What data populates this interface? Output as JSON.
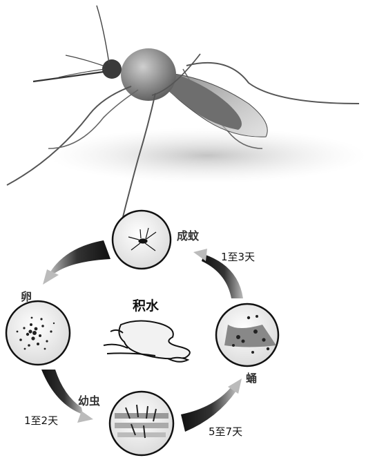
{
  "diagram": {
    "center_label": "积水",
    "stages": {
      "adult": "成蚊",
      "egg": "卵",
      "larva": "幼虫",
      "pupa": "蛹"
    },
    "durations": {
      "pupa_to_adult": "1至3天",
      "egg_to_larva": "1至2天",
      "larva_to_pupa": "5至7天"
    }
  },
  "icons": {
    "hero": "mosquito-illustration",
    "adult": "mosquito-adult-icon",
    "egg": "mosquito-eggs-icon",
    "larva": "mosquito-larvae-icon",
    "pupa": "mosquito-pupae-icon",
    "water": "water-puddle-icon"
  }
}
